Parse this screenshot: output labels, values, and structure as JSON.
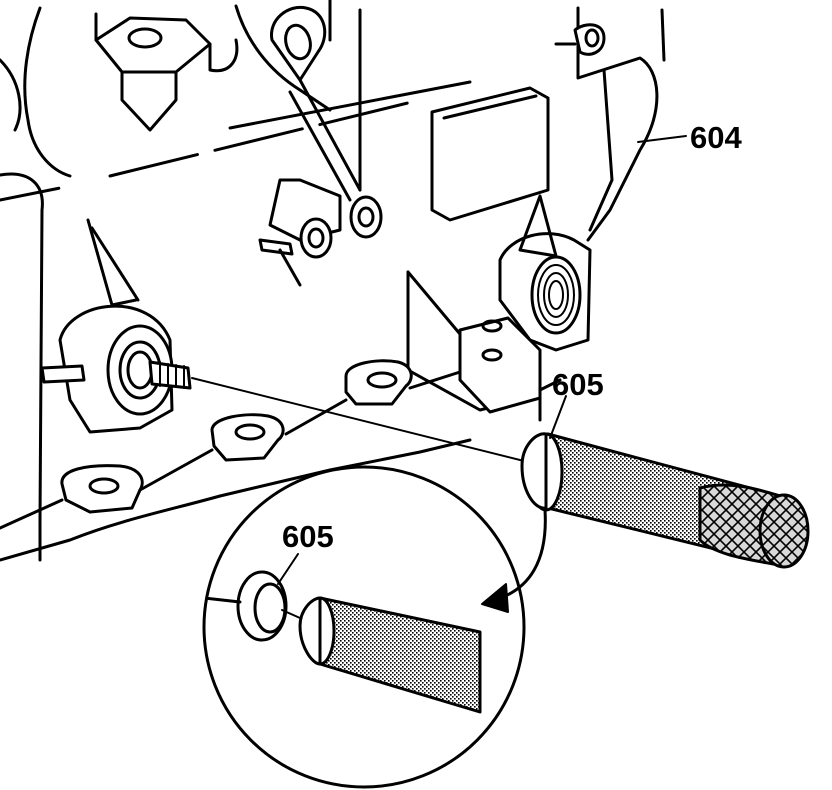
{
  "callouts": {
    "part_604": "604",
    "part_605_main": "605",
    "part_605_detail": "605"
  }
}
